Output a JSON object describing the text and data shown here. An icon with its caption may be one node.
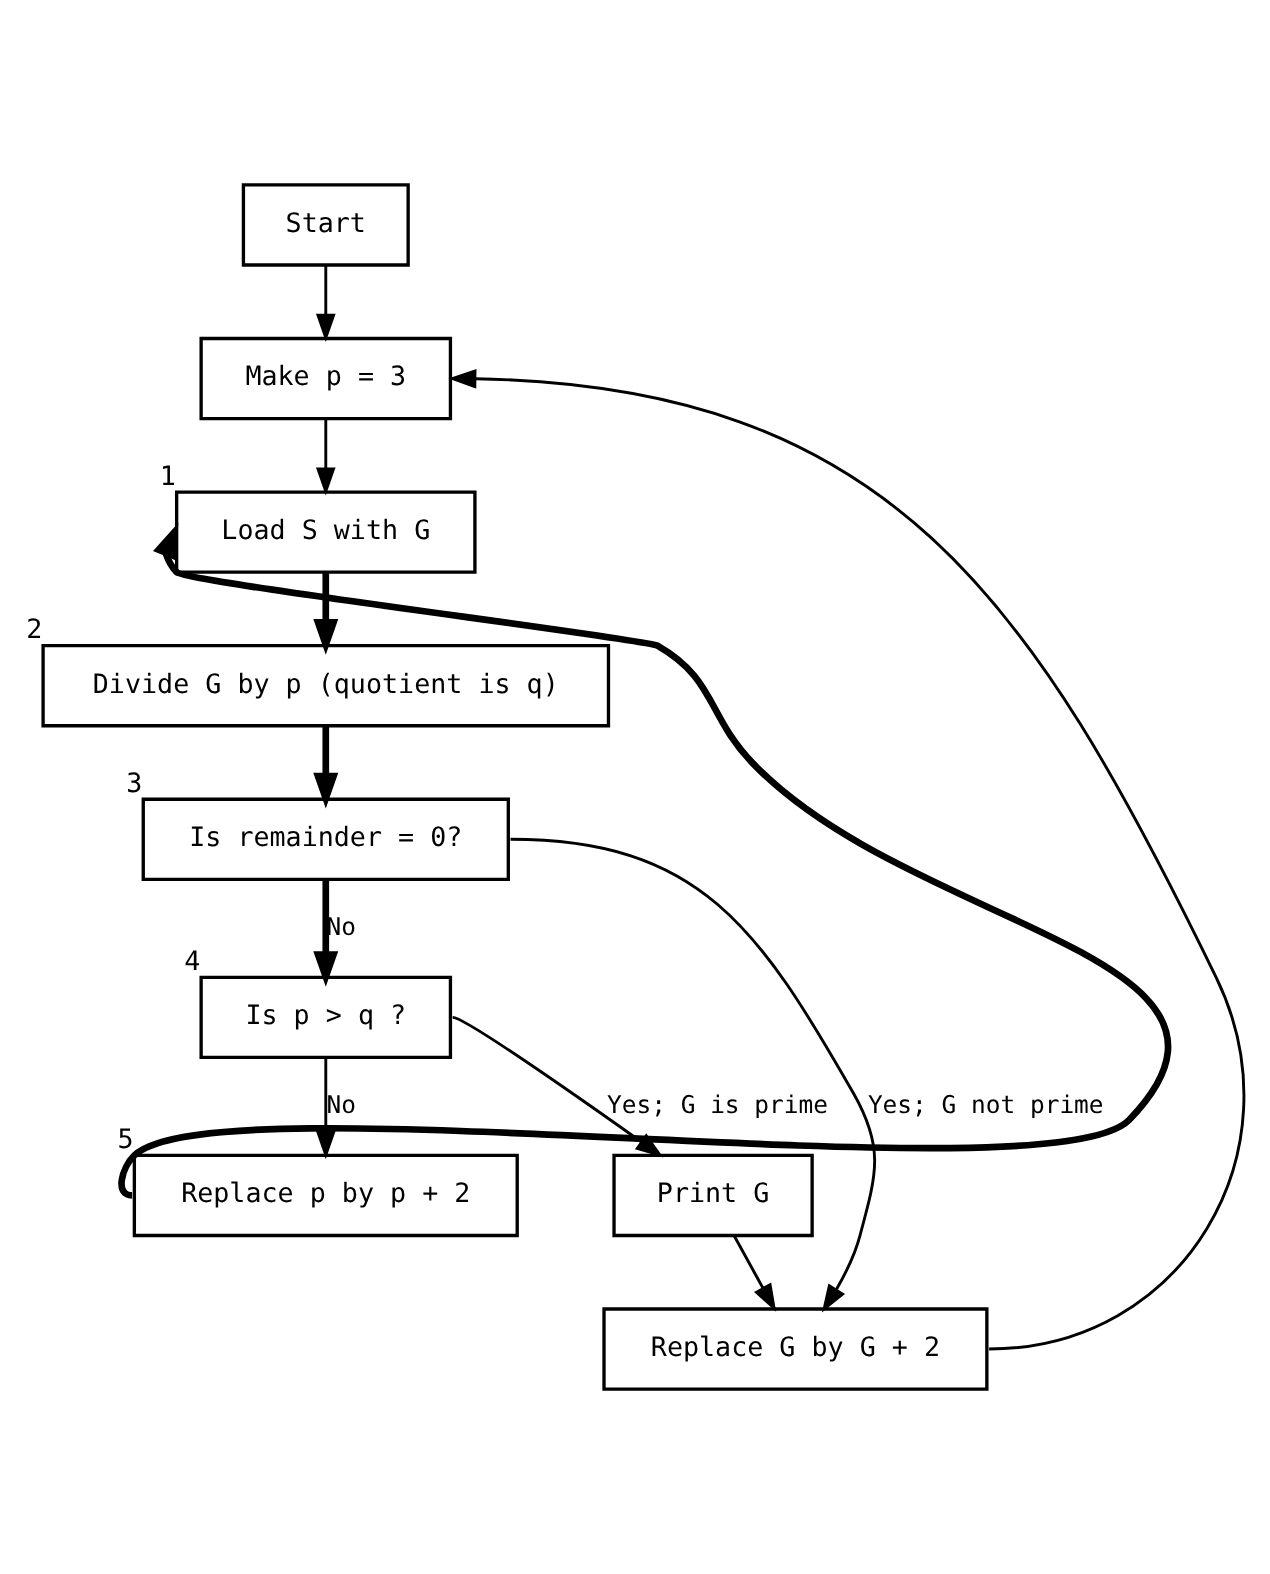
{
  "diagram": {
    "nodes": [
      {
        "text": [
          "Start"
        ]
      },
      {
        "text": [
          "Make p = 3"
        ]
      },
      {
        "text": [
          "Load S with G"
        ],
        "beside": [
          "1"
        ]
      },
      {
        "text": [
          "Divide G by p (quotient is q)"
        ],
        "beside": [
          "2"
        ]
      },
      {
        "text": [
          "Is remainder = 0?"
        ],
        "beside": [
          "3"
        ]
      },
      {
        "text": [
          "Is p > q ?"
        ],
        "beside": [
          "4"
        ]
      },
      {
        "text": [
          "Replace p by p + 2"
        ],
        "beside": [
          "5"
        ]
      },
      {
        "text": [
          "Print G"
        ]
      },
      {
        "text": [
          "Replace G by G + 2"
        ]
      }
    ],
    "edges": [
      {
        "from": 0,
        "to": 1,
        "arrow": "to"
      },
      {
        "from": 1,
        "to": 2,
        "arrow": "to"
      },
      {
        "from": 2,
        "to": 3,
        "arrow": "to",
        "style": "thick"
      },
      {
        "from": 3,
        "to": 4,
        "arrow": "to",
        "style": "thick"
      },
      {
        "from": 4,
        "to": 5,
        "label": "No",
        "arrow": "to",
        "style": "thick"
      },
      {
        "from": 5,
        "to": 6,
        "label": "No",
        "arrow": "to"
      },
      {
        "from": 6,
        "to": 2,
        "arrow": "to",
        "style": "thick"
      },
      {
        "from": 4,
        "to": 8,
        "label": "Yes; G not prime",
        "arrow": "to"
      },
      {
        "from": 5,
        "to": 7,
        "label": "Yes; G is prime",
        "arrow": "to"
      },
      {
        "from": 7,
        "to": 8,
        "arrow": "to"
      },
      {
        "from": 8,
        "to": 1,
        "arrow": "to"
      }
    ]
  }
}
